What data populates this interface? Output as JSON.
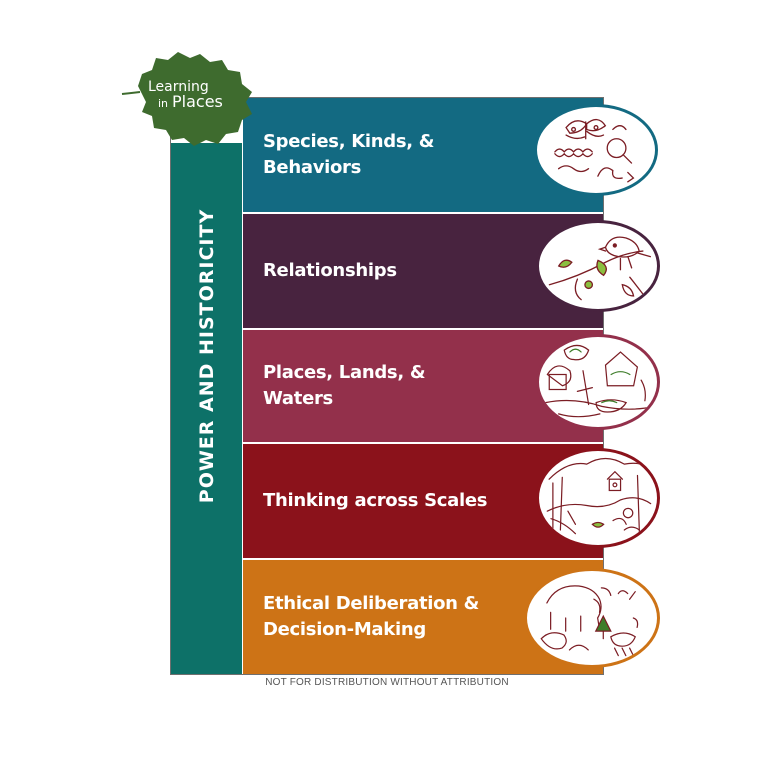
{
  "logo": {
    "line1": "Learning",
    "line2_small": "in",
    "line2": "Places"
  },
  "side_label": "POWER AND HISTORICITY",
  "bands": [
    {
      "label": "Species, Kinds, & Behaviors",
      "color": "#136a82"
    },
    {
      "label": "Relationships",
      "color": "#48233f"
    },
    {
      "label": "Places, Lands, & Waters",
      "color": "#93304b"
    },
    {
      "label": "Thinking across Scales",
      "color": "#8b121b"
    },
    {
      "label": "Ethical Deliberation & Decision-Making",
      "color": "#cd7316"
    }
  ],
  "footer_note": "NOT FOR DISTRIBUTION WITHOUT ATTRIBUTION",
  "colors": {
    "side_bar": "#0d7168",
    "leaf": "#3e6b2e",
    "sketch": "#7b1d24"
  }
}
